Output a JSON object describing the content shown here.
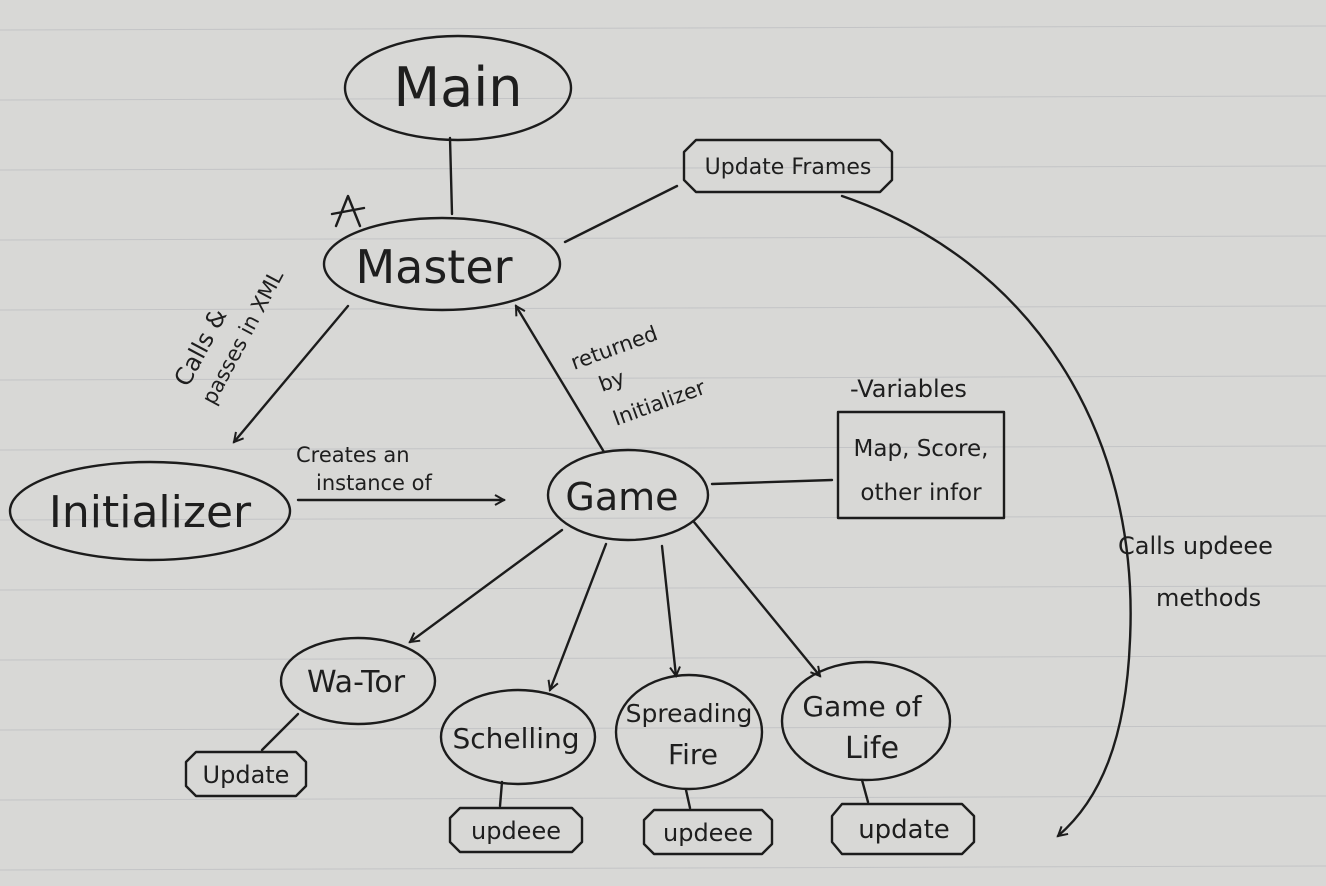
{
  "nodes": {
    "main": "Main",
    "master": "Master",
    "initializer": "Initializer",
    "game": "Game",
    "wator": "Wa-Tor",
    "schelling": "Schelling",
    "fire_line1": "Spreading",
    "fire_line2": "Fire",
    "life_line1": "Game of",
    "life_line2": "Life"
  },
  "boxes": {
    "update_frames": "Update Frames",
    "update_wator": "Update",
    "update_schelling": "updeee",
    "update_fire": "updeee",
    "update_life": "update"
  },
  "variables": {
    "header": "-Variables",
    "line1": "Map, Score,",
    "line2": "other infor"
  },
  "edge_labels": {
    "calls": "Calls &",
    "passes": "passes in XML",
    "creates_line1": "Creates an",
    "creates_line2": "instance of",
    "returned_line1": "returned",
    "returned_line2": "by",
    "returned_line3": "Initializer",
    "calls_update_line1": "Calls updeee",
    "calls_update_line2": "methods"
  },
  "colors": {
    "paper": "#d8d8d6",
    "ink": "#1c1c1c",
    "rule": "#c3c4c6"
  }
}
